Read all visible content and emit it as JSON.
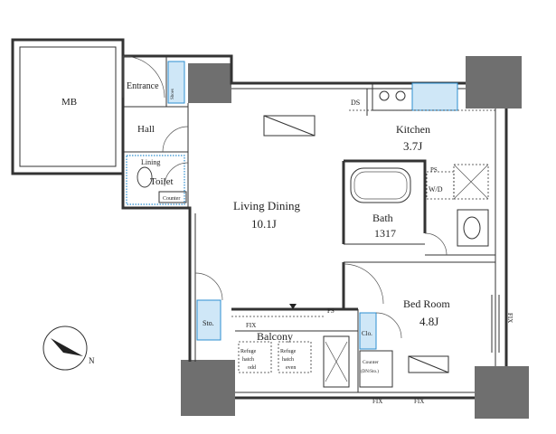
{
  "rooms": {
    "mb": "MB",
    "entrance": "Entrance",
    "hall": "Hall",
    "lining": "Lining",
    "toilet": "Toilet",
    "counter_toilet": "Counter",
    "shoes": "Shoes",
    "living_dining": {
      "name": "Living Dining",
      "size": "10.1J"
    },
    "kitchen": {
      "name": "Kitchen",
      "size": "3.7J"
    },
    "bath": {
      "name": "Bath",
      "size": "1317"
    },
    "bedroom": {
      "name": "Bed Room",
      "size": "4.8J"
    },
    "balcony": "Balcony",
    "sto": "Sto.",
    "clo": "Clo.",
    "counter_bed": [
      "Counter",
      "(DN/Sto.)"
    ],
    "refuge_odd": [
      "Refuge",
      "hatch",
      "odd"
    ],
    "refuge_even": [
      "Refuge",
      "hatch",
      "even"
    ]
  },
  "labels": {
    "ds": "DS",
    "ps_kitchen": "PS",
    "wd": "W/D",
    "ps_balcony": "PS",
    "fix_balcony": "FIX",
    "fix_bottom_1": "FIX",
    "fix_bottom_2": "FIX",
    "fix_right": "FIX"
  },
  "compass": {
    "north": "N"
  },
  "colors": {
    "wall": "#333333",
    "pillar": "#6f6f6f",
    "accent": "#2d8fd1"
  }
}
